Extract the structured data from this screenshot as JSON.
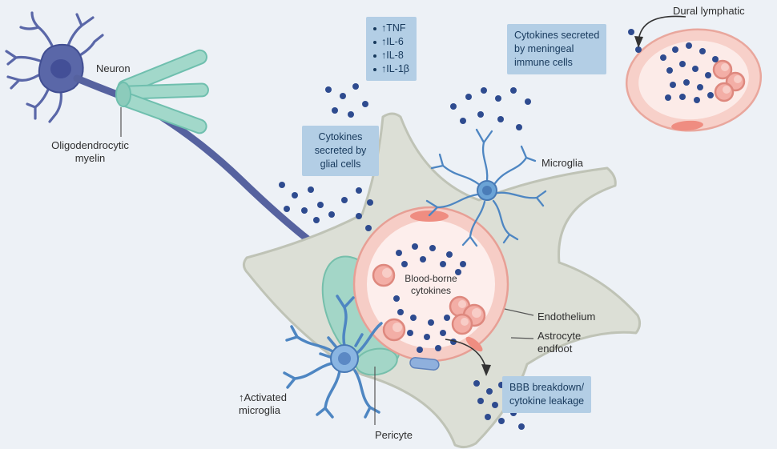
{
  "labels": {
    "neuron": "Neuron",
    "oligo_line1": "Oligodendrocytic",
    "oligo_line2": "myelin",
    "dural": "Dural lymphatic",
    "microglia": "Microglia",
    "blood_borne_line1": "Blood-borne",
    "blood_borne_line2": "cytokines",
    "endothelium": "Endothelium",
    "astro_line1": "Astrocyte",
    "astro_line2": "endfoot",
    "activated_line1": "↑Activated",
    "activated_line2": "microglia",
    "pericyte": "Pericyte"
  },
  "boxes": {
    "cytokine_list": {
      "items": [
        "↑TNF",
        "↑IL-6",
        "↑IL-8",
        "↑IL-1β"
      ]
    },
    "meningeal": {
      "lines": [
        "Cytokines secreted",
        "by meningeal",
        "immune cells"
      ]
    },
    "glial": {
      "lines": [
        "Cytokines",
        "secreted by",
        "glial cells"
      ]
    },
    "bbb": {
      "lines": [
        "BBB breakdown/",
        "cytokine leakage"
      ]
    }
  },
  "colors": {
    "background": "#edf1f6",
    "label_box_bg": "#b3cee5",
    "label_box_text": "#17395c",
    "cytokine_dot": "#2e4b8f",
    "vessel_pink": "#f6cdc6",
    "vessel_lumen": "#fdeeec",
    "red_blood_cell": "#f3aea6",
    "microglia_blue": "#6ba3d6",
    "neuron_blue": "#5a67a8",
    "myelin_teal": "#a2d8ca",
    "astrocyte_gray": "#dcdfd6"
  }
}
